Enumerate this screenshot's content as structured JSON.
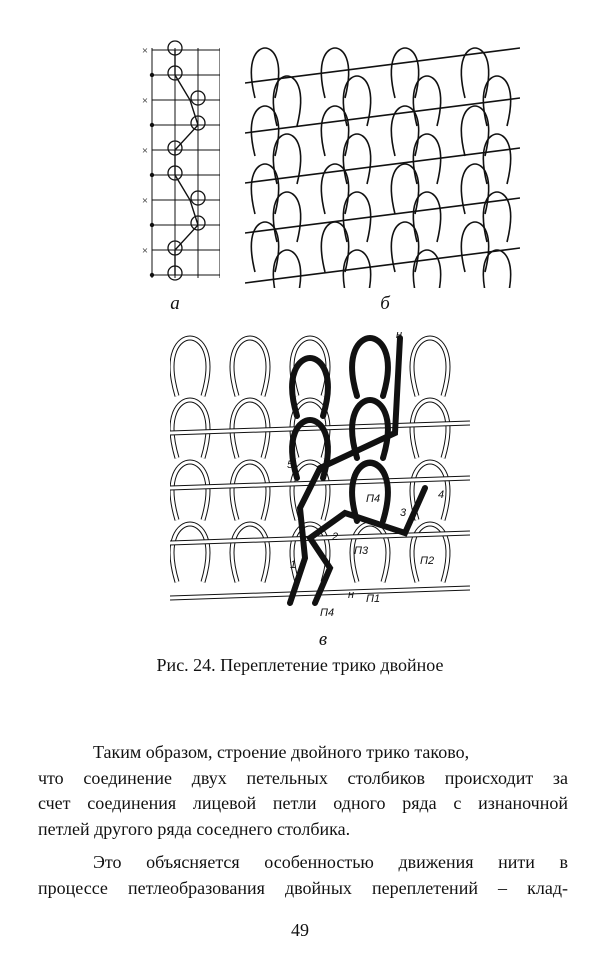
{
  "figure": {
    "sublabels": {
      "a": "а",
      "b": "б",
      "c": "в"
    },
    "fig_c_labels": {
      "n_top": "н",
      "n_bottom": "н",
      "num_1": "1",
      "num_2": "2",
      "num_3": "3",
      "num_4": "4",
      "num_5": "5",
      "p1": "П1",
      "p2": "П2",
      "p3": "П3",
      "p4a": "П4",
      "p4b": "П4"
    },
    "caption": "Рис. 24.  Переплетение трико двойное"
  },
  "text": {
    "paragraph1": {
      "line1": "Таким образом, строение двойного трико таково,",
      "line2": "что соединение двух петельных столбиков происходит за",
      "line3": "счет соединения лицевой петли одного ряда с изнаночной",
      "line4": "петлей другого ряда соседнего столбика."
    },
    "paragraph2": {
      "line1": "Это объясняется особенностью движения нити в",
      "line2": "процессе петлеобразования двойных переплетений – клад-"
    }
  },
  "page_number": "49"
}
